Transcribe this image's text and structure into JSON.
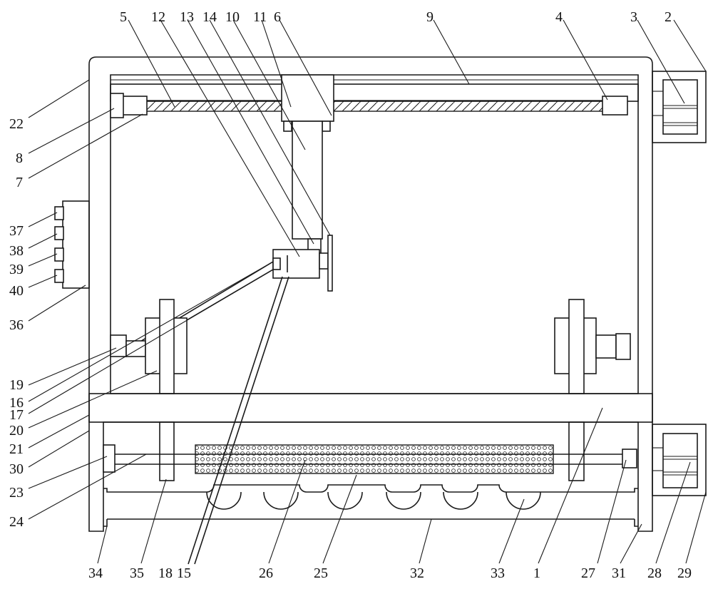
{
  "figure": {
    "labels": [
      "1",
      "2",
      "3",
      "4",
      "5",
      "6",
      "7",
      "8",
      "9",
      "10",
      "11",
      "12",
      "13",
      "14",
      "15",
      "16",
      "17",
      "18",
      "19",
      "20",
      "21",
      "22",
      "23",
      "24",
      "25",
      "26",
      "27",
      "28",
      "29",
      "30",
      "31",
      "32",
      "33",
      "34",
      "35",
      "36",
      "37",
      "38",
      "39",
      "40"
    ]
  },
  "colors": {
    "line": "#1a1a1a",
    "background": "#ffffff",
    "label": "#111111"
  }
}
